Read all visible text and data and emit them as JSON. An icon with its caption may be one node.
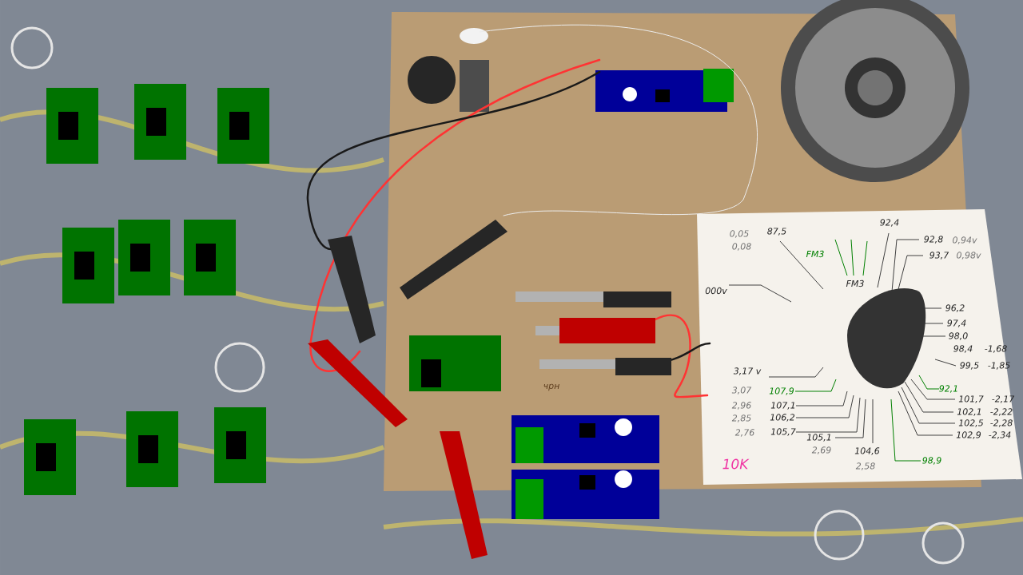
{
  "diagram": {
    "labels": [
      "0,05",
      "0,08",
      "87,5",
      "92,4",
      "FM3",
      "92,8",
      "0,94v",
      "93,7",
      "0,98v",
      "FM3",
      "000v",
      "96,2",
      "97,4",
      "98,0",
      "98,4",
      "-1,68",
      "99,5",
      "-1,85",
      "3,17 v",
      "3,07",
      "107,9",
      "92,1",
      "2,96",
      "107,1",
      "101,7",
      "-2,17",
      "2,85",
      "106,2",
      "102,1",
      "-2,22",
      "102,5",
      "-2,28",
      "2,76",
      "105,7",
      "105,1",
      "102,9",
      "-2,34",
      "2,69",
      "104,6",
      "2,58",
      "98,9",
      "10K",
      "чрн"
    ]
  }
}
